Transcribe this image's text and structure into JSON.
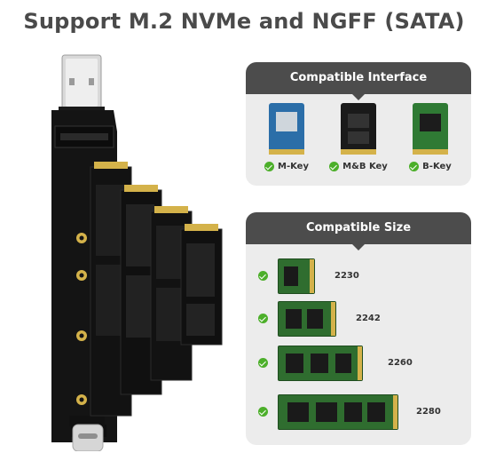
{
  "headline": "Support M.2 NVMe and NGFF (SATA)",
  "interface_panel": {
    "title": "Compatible Interface",
    "items": [
      {
        "label": "M-Key"
      },
      {
        "label": "M&B Key"
      },
      {
        "label": "B-Key"
      }
    ]
  },
  "size_panel": {
    "title": "Compatible Size",
    "items": [
      {
        "label": "2230"
      },
      {
        "label": "2242"
      },
      {
        "label": "2260"
      },
      {
        "label": "2280"
      }
    ]
  },
  "colors": {
    "header_bg": "#4c4c4c",
    "panel_bg": "#ececec",
    "check_green": "#4caf2a",
    "pcb_green": "#2f6d2f",
    "board_black": "#141414",
    "gold": "#d4b24a"
  }
}
